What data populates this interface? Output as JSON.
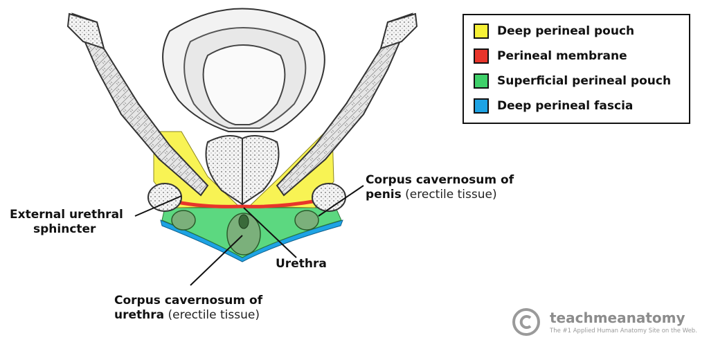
{
  "legend": {
    "items": [
      {
        "label": "Deep perineal pouch",
        "color": "#f7f136"
      },
      {
        "label": "Perineal membrane",
        "color": "#e8352b"
      },
      {
        "label": "Superficial perineal pouch",
        "color": "#3fd16a"
      },
      {
        "label": "Deep perineal fascia",
        "color": "#1ea3e4"
      }
    ]
  },
  "labels": {
    "external_urethral_line1": "External urethral",
    "external_urethral_line2": "sphincter",
    "penis_line1": "Corpus cavernosum of",
    "penis_bold": "penis",
    "penis_thin": "(erectile tissue)",
    "urethra": "Urethra",
    "urethra_cc_line1": "Corpus cavernosum of",
    "urethra_cc_bold": "urethra",
    "urethra_cc_thin": "(erectile tissue)"
  },
  "brand": {
    "name": "teachmeanatomy",
    "tagline": "The #1 Applied Human Anatomy Site on the Web."
  }
}
